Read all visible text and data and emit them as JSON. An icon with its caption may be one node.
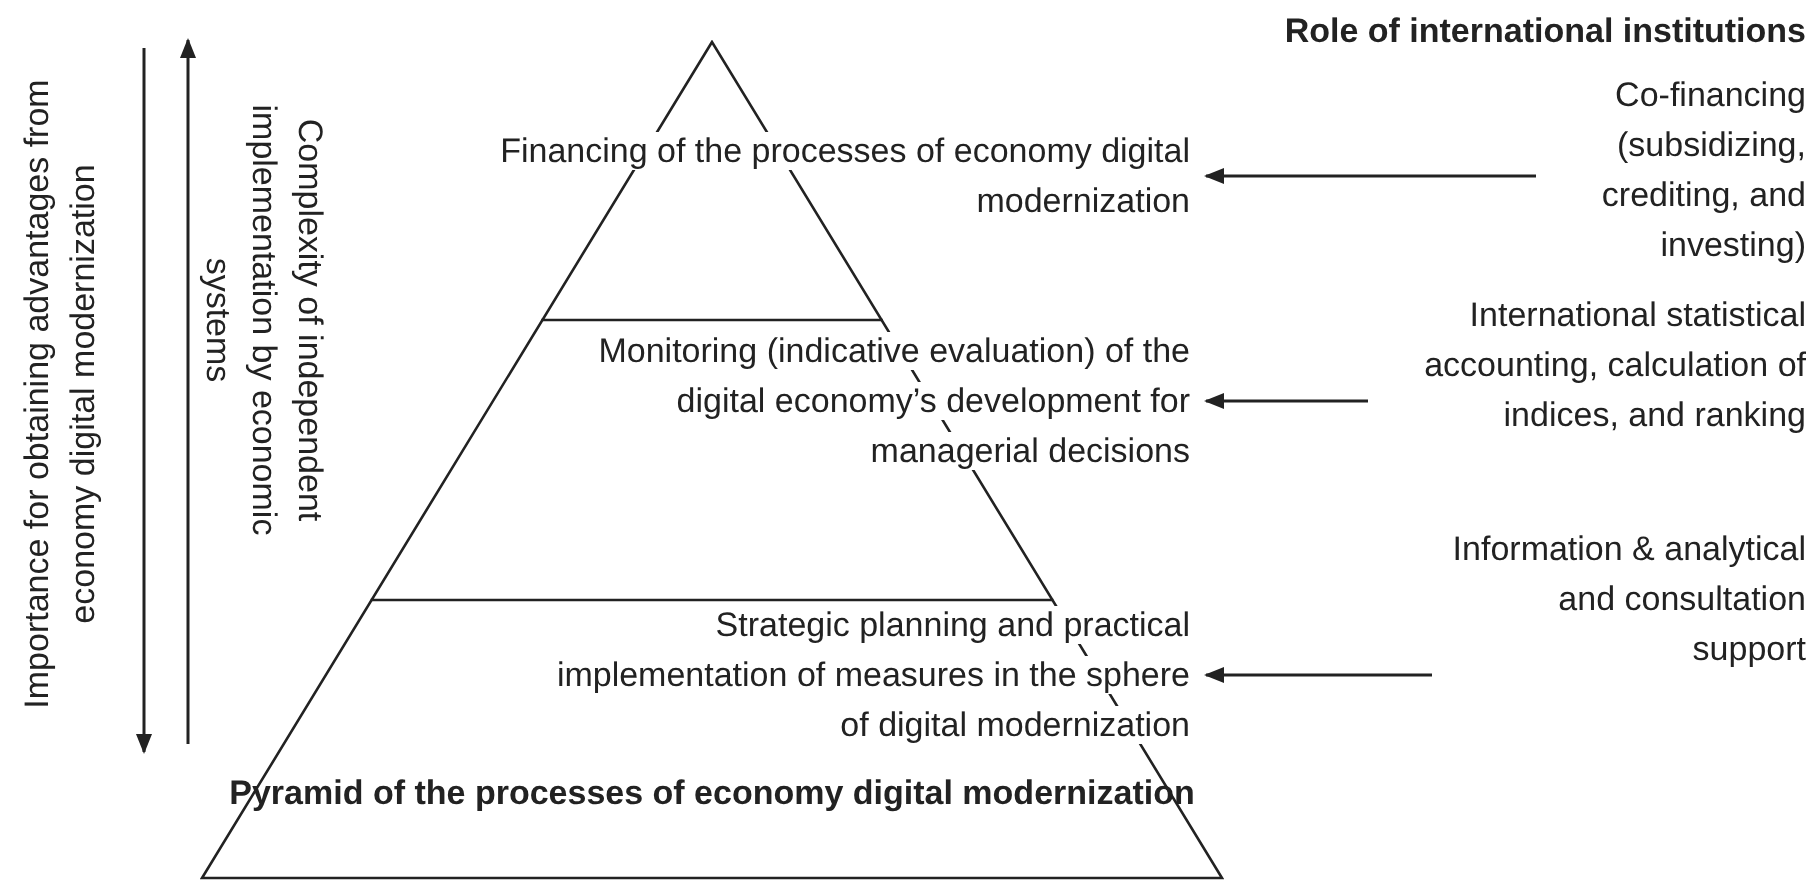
{
  "diagram": {
    "caption": "Pyramid of the processes of economy digital modernization",
    "nodes": [
      {
        "text": [],
        "shape": "triangle"
      },
      {
        "text": [
          "Financing of the processes of economy digital modernization"
        ],
        "in": 0
      },
      {
        "text": [
          "Monitoring (indicative evaluation) of the digital economy’s development for managerial decisions"
        ],
        "in": 0
      },
      {
        "text": [
          "Strategic planning and practical implementation of measures in the sphere of digital modernization"
        ],
        "in": 0
      },
      {
        "text": [
          "Co-financing (subsidizing, crediting, and investing)"
        ]
      },
      {
        "text": [
          "International statistical accounting, calculation of indices, and ranking"
        ]
      },
      {
        "text": [
          "Information & analytical and consultation support"
        ]
      }
    ],
    "edges": [
      {
        "from": 4,
        "to": 1,
        "arrow": "to"
      },
      {
        "from": 5,
        "to": 2,
        "arrow": "to"
      },
      {
        "from": 6,
        "to": 3,
        "arrow": "to"
      }
    ],
    "labels": [
      "Importance for obtaining advantages from economy digital modernization",
      "Complexity of independent implementation by economic systems",
      "Role of international institutions"
    ]
  }
}
